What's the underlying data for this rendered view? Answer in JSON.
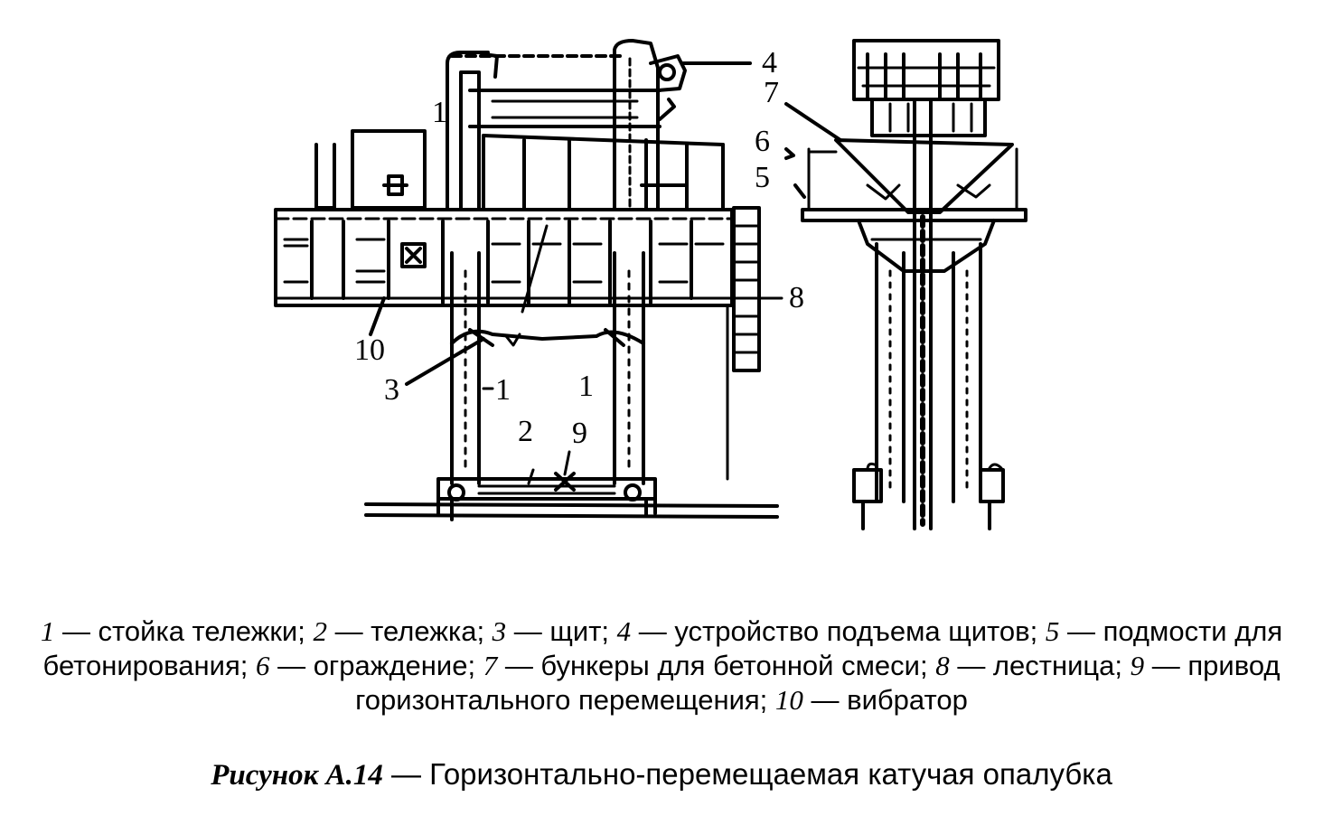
{
  "labels": {
    "l1a": "1",
    "l1b": "1",
    "l1c": "1",
    "l2": "2",
    "l3": "3",
    "l4": "4",
    "l5": "5",
    "l6": "6",
    "l7": "7",
    "l8": "8",
    "l9": "9",
    "l10": "10"
  },
  "legend": [
    {
      "num": "1",
      "text": " — стойка тележки; "
    },
    {
      "num": "2",
      "text": " — тележка; "
    },
    {
      "num": "3",
      "text": " — щит; "
    },
    {
      "num": "4",
      "text": " — устройство подъема щитов; "
    },
    {
      "num": "5",
      "text": " — подмости для бетонирования; "
    },
    {
      "num": "6",
      "text": " — ограждение; "
    },
    {
      "num": "7",
      "text": " — бункеры для бетонной смеси; "
    },
    {
      "num": "8",
      "text": " — лестница; "
    },
    {
      "num": "9",
      "text": " — привод горизонтального перемещения; "
    },
    {
      "num": "10",
      "text": " — вибратор"
    }
  ],
  "caption": {
    "label": "Рисунок А.14",
    "text": " — Горизонтально-перемещаемая катучая опалубка"
  }
}
